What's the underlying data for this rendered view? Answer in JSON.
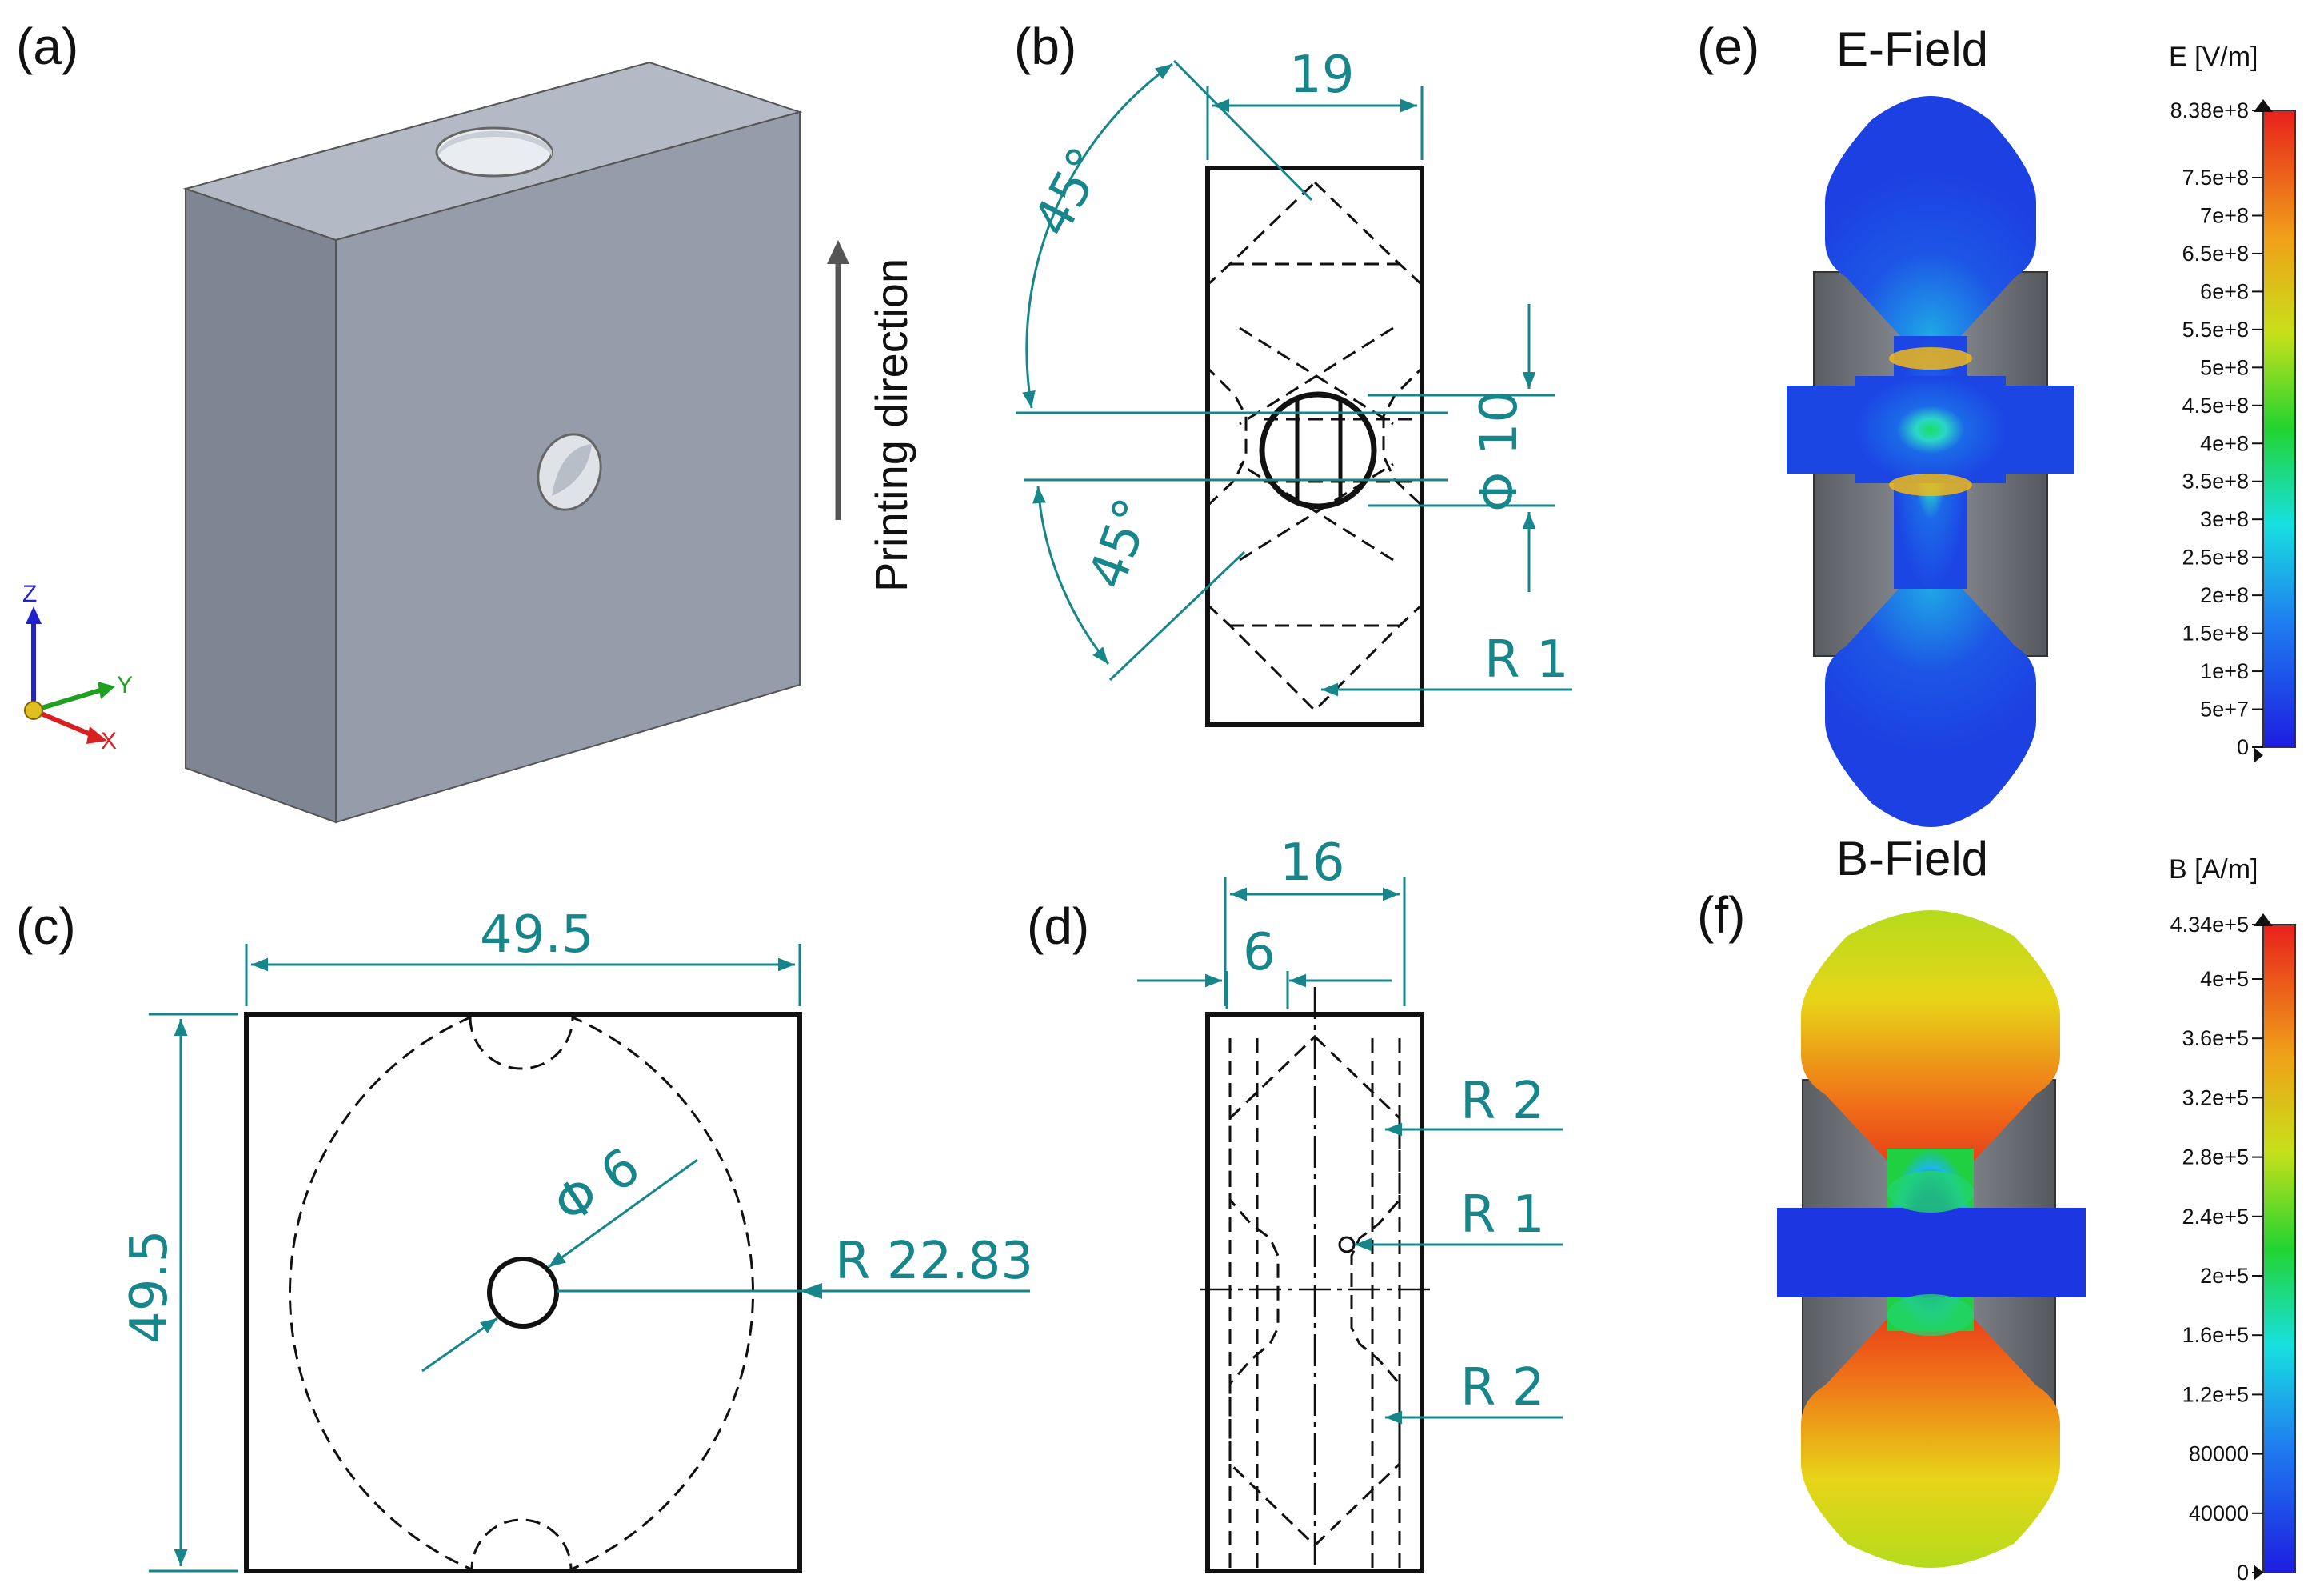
{
  "panels": {
    "a": {
      "label": "(a)",
      "printing_direction": "Printing direction",
      "axes": {
        "z": "Z",
        "y": "Y",
        "x": "X"
      }
    },
    "b": {
      "label": "(b)",
      "dims": {
        "width": "19",
        "angle_top": "45°",
        "angle_bottom": "45°",
        "diameter": "Φ 10",
        "radius": "R 1"
      }
    },
    "c": {
      "label": "(c)",
      "dims": {
        "width": "49.5",
        "height": "49.5",
        "diameter": "Φ 6",
        "radius": "R 22.83"
      }
    },
    "d": {
      "label": "(d)",
      "dims": {
        "width": "16",
        "inner": "6",
        "radius_top": "R 2",
        "radius_mid": "R 1",
        "radius_bottom": "R 2"
      }
    },
    "e": {
      "label": "(e)",
      "title": "E-Field",
      "colorbar": {
        "title": "E [V/m]",
        "ticks": [
          "8.38e+8",
          "7.5e+8",
          "7e+8",
          "6.5e+8",
          "6e+8",
          "5.5e+8",
          "5e+8",
          "4.5e+8",
          "4e+8",
          "3.5e+8",
          "3e+8",
          "2.5e+8",
          "2e+8",
          "1.5e+8",
          "1e+8",
          "5e+7",
          "0"
        ]
      }
    },
    "f": {
      "label": "(f)",
      "title": "B-Field",
      "colorbar": {
        "title": "B [A/m]",
        "ticks": [
          "4.34e+5",
          "4e+5",
          "3.6e+5",
          "3.2e+5",
          "2.8e+5",
          "2.4e+5",
          "2e+5",
          "1.6e+5",
          "1.2e+5",
          "80000",
          "40000",
          "0"
        ]
      }
    }
  },
  "colors": {
    "dimension": "#17868a",
    "block_front": "#959dab",
    "block_side": "#7e8694",
    "block_top": "#b3bac6",
    "rf_red": "#e8291c",
    "rf_blue": "#1e3ae6"
  }
}
